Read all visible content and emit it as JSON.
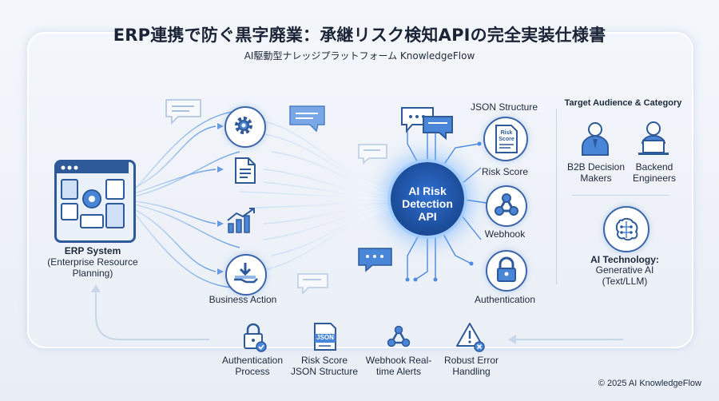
{
  "title": "ERP連携で防ぐ黒字廃業：承継リスク検知APIの完全実装仕様書",
  "subtitle": "AI駆動型ナレッジプラットフォーム KnowledgeFlow",
  "erp": {
    "title": "ERP System",
    "subtitle": "(Enterprise Resource Planning)"
  },
  "business_action": "Business Action",
  "core": {
    "line1": "AI Risk",
    "line2": "Detection",
    "line3": "API"
  },
  "outputs": {
    "json_structure": "JSON Structure",
    "risk_score": "Risk Score",
    "risk_score_doc": "Risk Score",
    "webhook": "Webhook",
    "authentication": "Authentication"
  },
  "audience": {
    "heading": "Target Audience & Category",
    "b2b": "B2B Decision Makers",
    "backend": "Backend Engineers"
  },
  "ai_tech": {
    "heading": "AI Technology:",
    "value": "Generative AI (Text/LLM)"
  },
  "bottom": [
    {
      "label": "Authentication Process"
    },
    {
      "label": "Risk Score JSON Structure",
      "badge": "JSON"
    },
    {
      "label": "Webhook Real-time Alerts"
    },
    {
      "label": "Robust Error Handling"
    }
  ],
  "copyright": "© 2025 AI KnowledgeFlow",
  "colors": {
    "primary": "#2e5a99",
    "accent": "#4a86d8",
    "glow": "#8fc3ff"
  },
  "icons": [
    "gear-icon",
    "document-icon",
    "chart-icon",
    "hand-arrow-icon",
    "chat-bubble-icon",
    "lock-icon",
    "webhook-icon",
    "warning-icon",
    "person-icon",
    "laptop-icon",
    "brain-icon"
  ]
}
